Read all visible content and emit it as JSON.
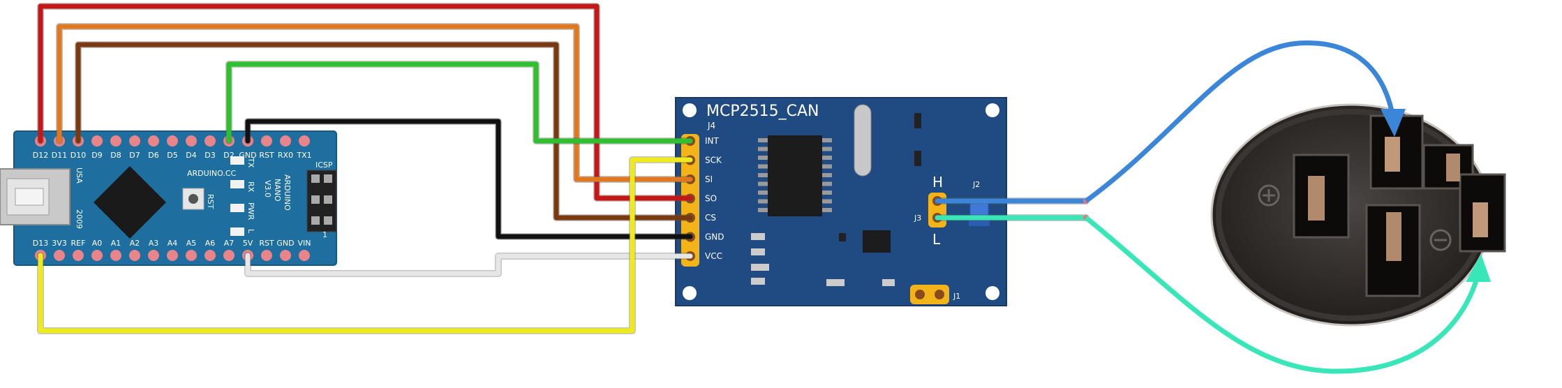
{
  "arduino": {
    "top_pins": [
      "D12",
      "D11",
      "D10",
      "D9",
      "D8",
      "D7",
      "D6",
      "D5",
      "D4",
      "D3",
      "D2",
      "GND",
      "RST",
      "RX0",
      "TX1"
    ],
    "bottom_pins": [
      "D13",
      "3V3",
      "REF",
      "A0",
      "A1",
      "A2",
      "A3",
      "A4",
      "A5",
      "A6",
      "A7",
      "5V",
      "RST",
      "GND",
      "VIN"
    ],
    "usa": "USA",
    "year": "2009",
    "site": "ARDUINO.CC",
    "model_line1": "ARDUINO",
    "model_line2": "NANO",
    "model_line3": "V3.0",
    "icsp": "ICSP",
    "rst": "RST",
    "led_tx": "TX",
    "led_rx": "RX",
    "led_pwr": "PWR",
    "led_l": "L",
    "corner": "1"
  },
  "mcp": {
    "title": "MCP2515_CAN",
    "header": "J4",
    "pins": [
      "INT",
      "SCK",
      "SI",
      "SO",
      "CS",
      "GND",
      "VCC"
    ],
    "h_label": "H",
    "l_label": "L",
    "j2": "J2",
    "j3": "J3",
    "j1": "J1"
  },
  "colors": {
    "red": "#c41818",
    "orange": "#e07820",
    "brown": "#7a3a10",
    "green": "#2ec02e",
    "black": "#111111",
    "white": "#e6e6e6",
    "yellow": "#eeea1c",
    "blue": "#3b86d8",
    "teal": "#38e6b8",
    "board_arduino": "#1e6fa0",
    "board_mcp": "#204a82",
    "connector": "#2d2a28"
  }
}
